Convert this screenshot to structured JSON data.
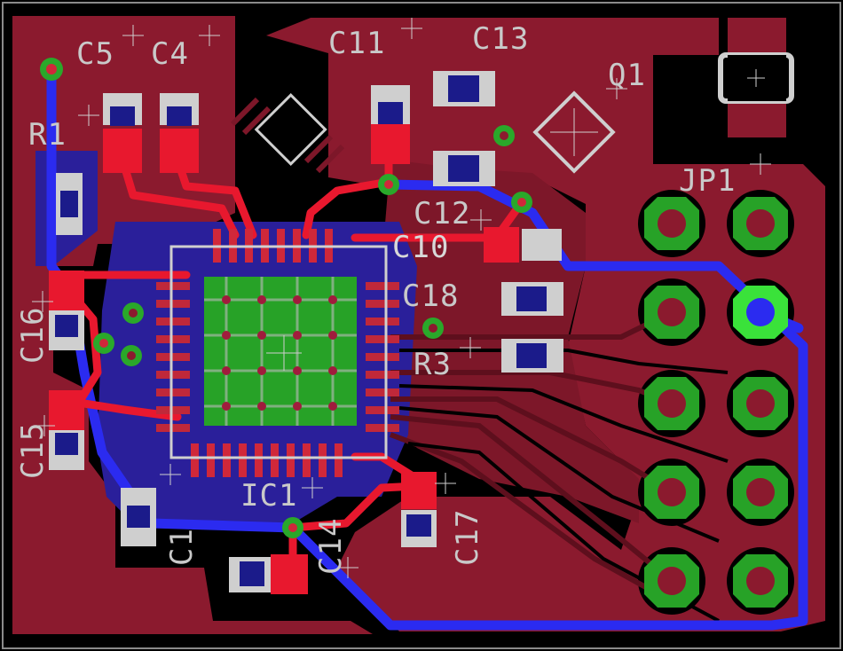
{
  "labels": {
    "c5": "C5",
    "c4": "C4",
    "r1": "R1",
    "c11": "C11",
    "c13": "C13",
    "q1": "Q1",
    "jp1": "JP1",
    "c12": "C12",
    "c10": "C10",
    "c18": "C18",
    "r3": "R3",
    "c16": "C16",
    "c15": "C15",
    "ic1": "IC1",
    "c14": "C14",
    "c17": "C17",
    "c1": "C1"
  },
  "colors": {
    "background": "#000000",
    "board_outline": "#8a8a8a",
    "top_copper": "#8b1a2e",
    "top_copper_dark": "#6e1322",
    "bottom_copper": "#2a1f9a",
    "top_trace": "#e8182e",
    "bottom_trace": "#2b2bf0",
    "pad": "#f02836",
    "via_ring": "#2aa82a",
    "silk": "#cfcfcf",
    "thermal_pad": "#27a227"
  }
}
